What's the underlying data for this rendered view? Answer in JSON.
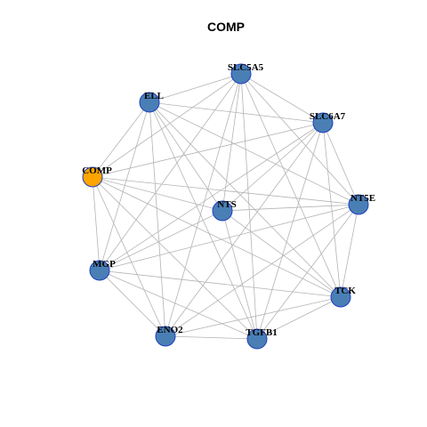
{
  "title": "COMP",
  "colors": {
    "node_default": "#4a7fb5",
    "node_highlight": "#ffa500",
    "node_border": "#1f3fbf",
    "edge": "#b4b4b4"
  },
  "nodes": [
    {
      "id": "COMP",
      "label": "COMP",
      "highlight": true
    },
    {
      "id": "SLC5A5",
      "label": "SLC5A5",
      "highlight": false
    },
    {
      "id": "ELL",
      "label": "ELL",
      "highlight": false
    },
    {
      "id": "SLC6A7",
      "label": "SLC6A7",
      "highlight": false
    },
    {
      "id": "NTS",
      "label": "NTS",
      "highlight": false
    },
    {
      "id": "NT5E",
      "label": "NT5E",
      "highlight": false
    },
    {
      "id": "MGP",
      "label": "MGP",
      "highlight": false
    },
    {
      "id": "TCK",
      "label": "TCK",
      "highlight": false
    },
    {
      "id": "ENO2",
      "label": "ENO2",
      "highlight": false
    },
    {
      "id": "TGFB1",
      "label": "TGFB1",
      "highlight": false
    }
  ],
  "edges": [
    [
      "SLC5A5",
      "ELL"
    ],
    [
      "SLC5A5",
      "SLC6A7"
    ],
    [
      "SLC5A5",
      "COMP"
    ],
    [
      "SLC5A5",
      "NTS"
    ],
    [
      "SLC5A5",
      "NT5E"
    ],
    [
      "SLC5A5",
      "MGP"
    ],
    [
      "SLC5A5",
      "TCK"
    ],
    [
      "SLC5A5",
      "ENO2"
    ],
    [
      "SLC5A5",
      "TGFB1"
    ],
    [
      "ELL",
      "SLC6A7"
    ],
    [
      "ELL",
      "COMP"
    ],
    [
      "ELL",
      "NT5E"
    ],
    [
      "ELL",
      "MGP"
    ],
    [
      "ELL",
      "TCK"
    ],
    [
      "ELL",
      "ENO2"
    ],
    [
      "ELL",
      "TGFB1"
    ],
    [
      "ELL",
      "NTS"
    ],
    [
      "SLC6A7",
      "COMP"
    ],
    [
      "SLC6A7",
      "NTS"
    ],
    [
      "SLC6A7",
      "NT5E"
    ],
    [
      "SLC6A7",
      "MGP"
    ],
    [
      "SLC6A7",
      "TCK"
    ],
    [
      "SLC6A7",
      "ENO2"
    ],
    [
      "SLC6A7",
      "TGFB1"
    ],
    [
      "COMP",
      "NTS"
    ],
    [
      "COMP",
      "NT5E"
    ],
    [
      "COMP",
      "MGP"
    ],
    [
      "COMP",
      "TCK"
    ],
    [
      "COMP",
      "ENO2"
    ],
    [
      "COMP",
      "TGFB1"
    ],
    [
      "NTS",
      "NT5E"
    ],
    [
      "NTS",
      "MGP"
    ],
    [
      "NTS",
      "TCK"
    ],
    [
      "NTS",
      "TGFB1"
    ],
    [
      "NT5E",
      "MGP"
    ],
    [
      "NT5E",
      "TCK"
    ],
    [
      "NT5E",
      "ENO2"
    ],
    [
      "NT5E",
      "TGFB1"
    ],
    [
      "MGP",
      "TCK"
    ],
    [
      "MGP",
      "ENO2"
    ],
    [
      "MGP",
      "TGFB1"
    ],
    [
      "TCK",
      "ENO2"
    ],
    [
      "TCK",
      "TGFB1"
    ],
    [
      "ENO2",
      "TGFB1"
    ]
  ]
}
